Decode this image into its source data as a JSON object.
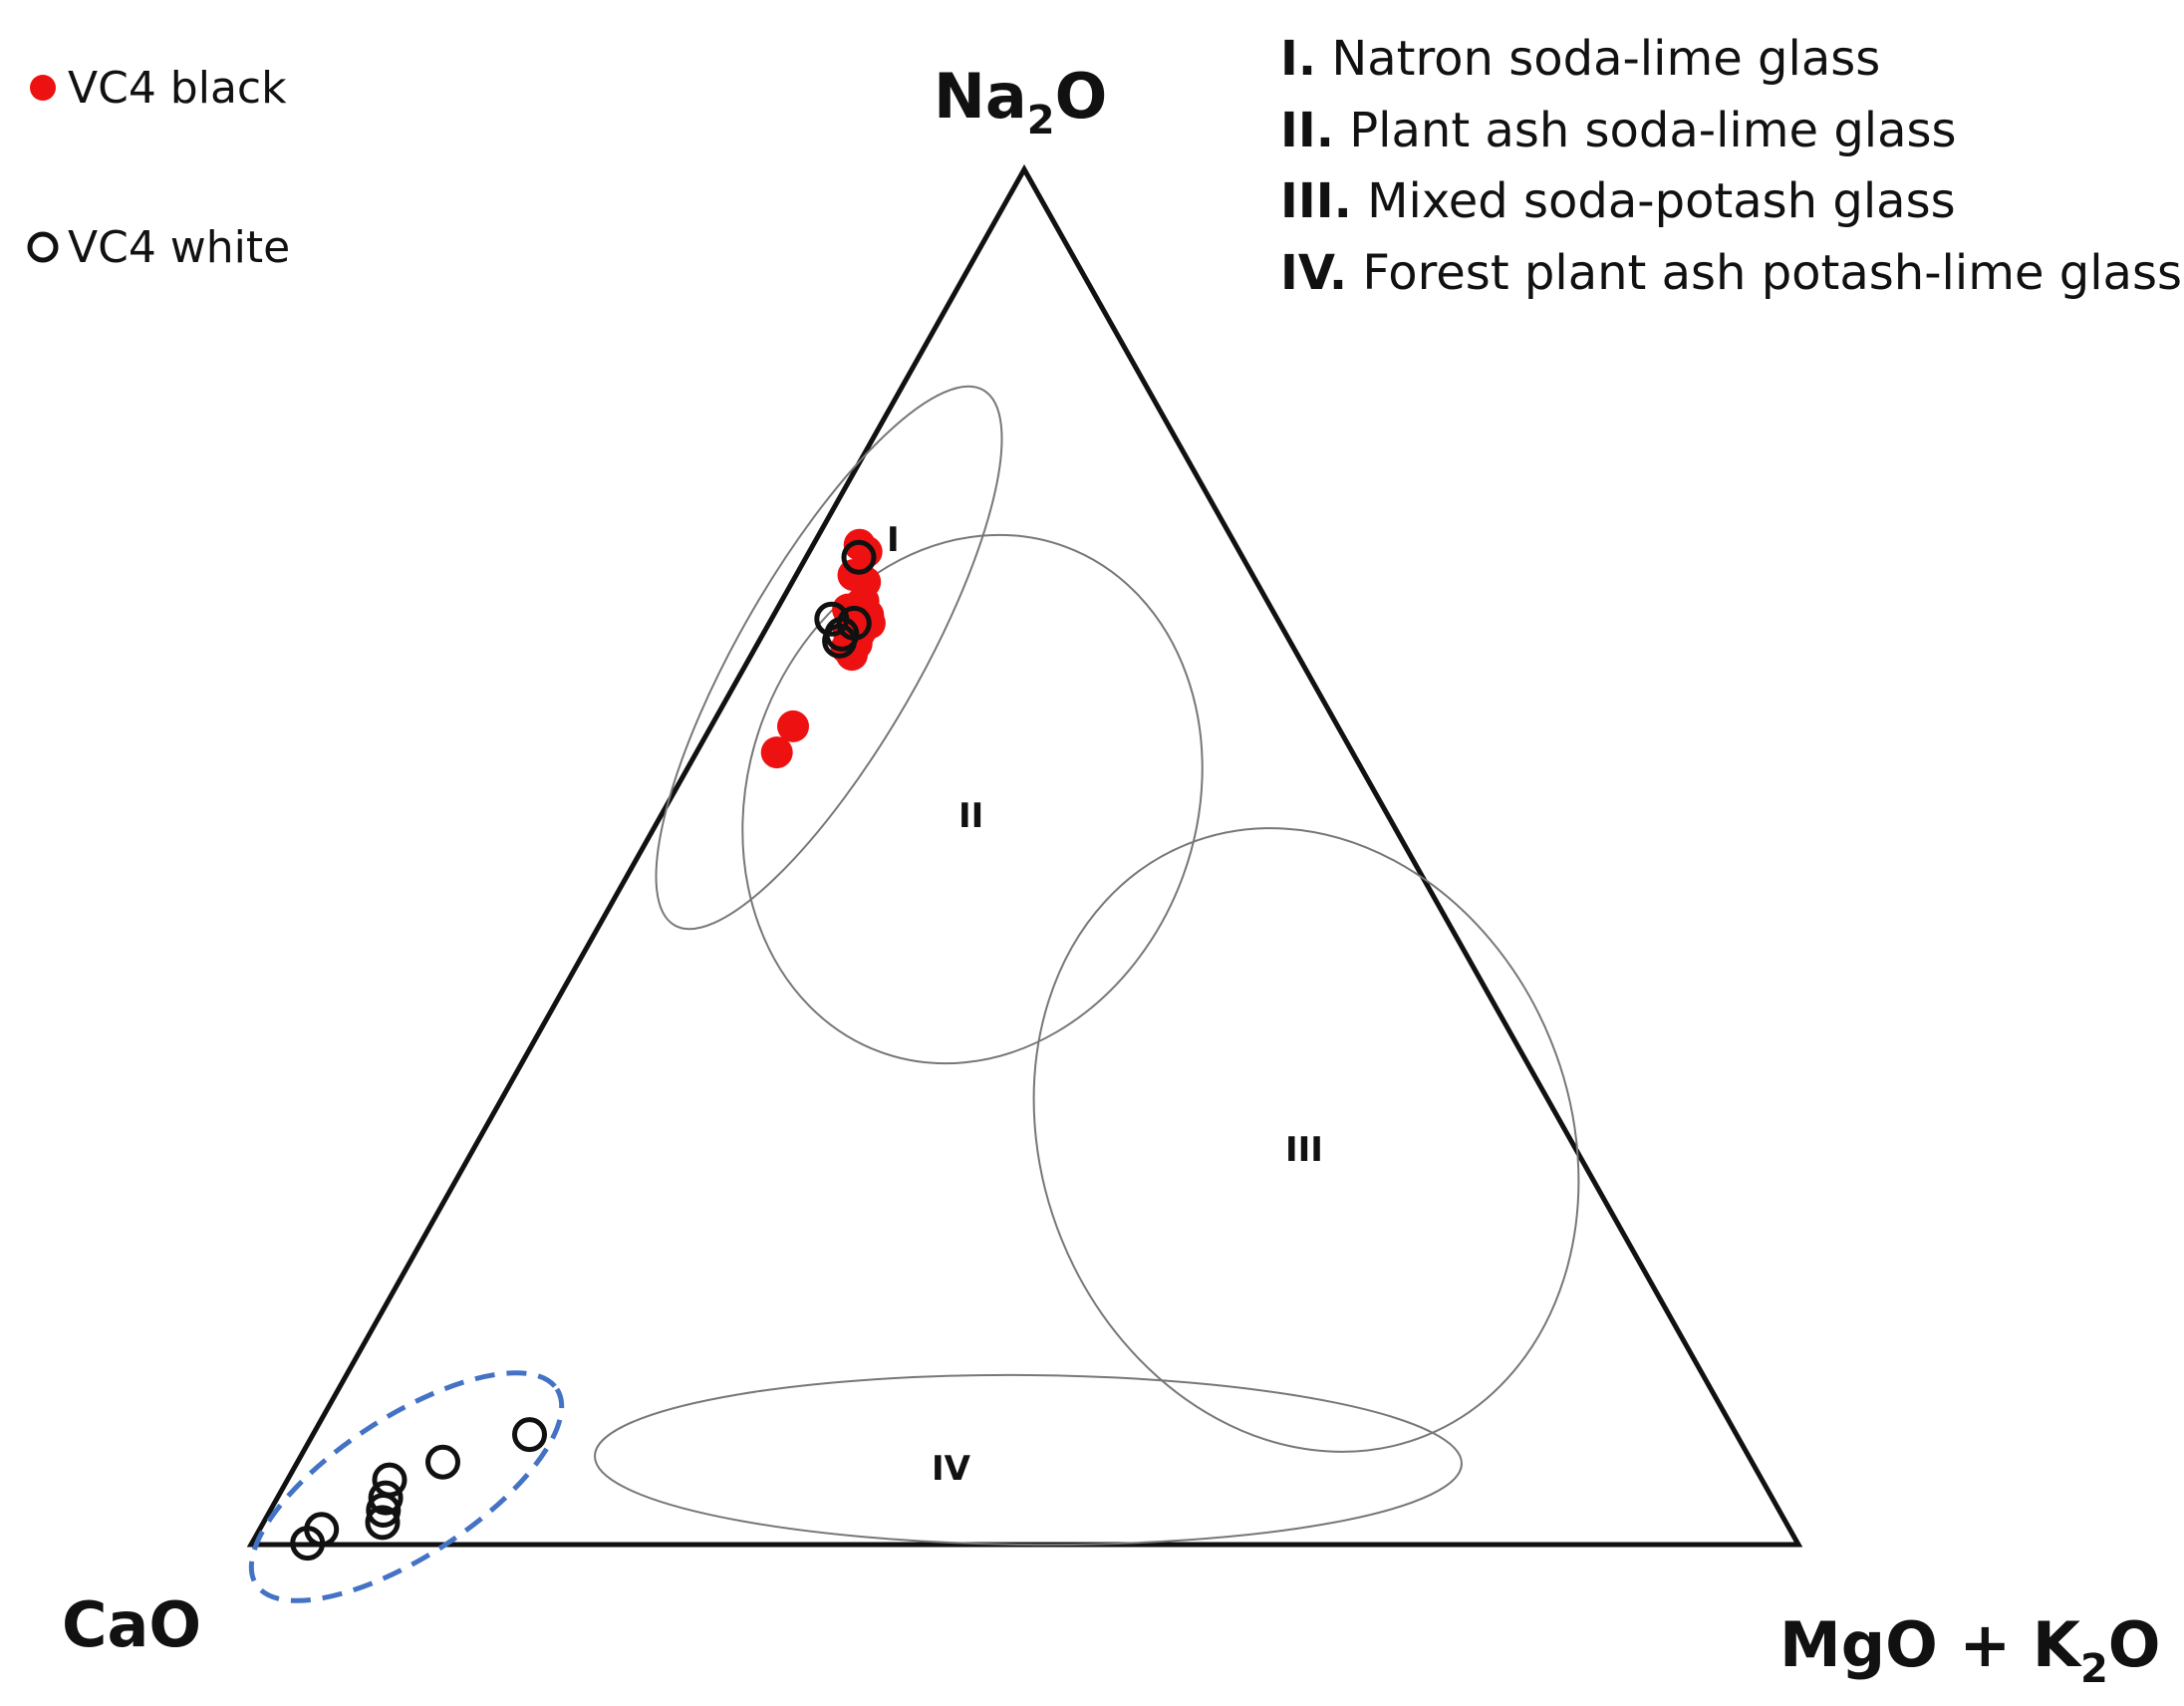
{
  "chart_data": {
    "type": "ternary-scatter",
    "vertices": {
      "top": {
        "main": "Na",
        "sub": "2",
        "tail": "O"
      },
      "bottom_left": "CaO",
      "bottom_right": {
        "main": "MgO + K",
        "sub": "2",
        "tail": "O"
      }
    },
    "series": [
      {
        "name": "VC4 black",
        "marker": "filled-circle",
        "color": "#ee1111",
        "points": [
          {
            "Na2O": 0.727,
            "CaO": 0.243,
            "MgOK2O": 0.03
          },
          {
            "Na2O": 0.722,
            "CaO": 0.241,
            "MgOK2O": 0.037
          },
          {
            "Na2O": 0.705,
            "CaO": 0.258,
            "MgOK2O": 0.037
          },
          {
            "Na2O": 0.7,
            "CaO": 0.253,
            "MgOK2O": 0.047
          },
          {
            "Na2O": 0.68,
            "CaO": 0.274,
            "MgOK2O": 0.046
          },
          {
            "Na2O": 0.686,
            "CaO": 0.261,
            "MgOK2O": 0.053
          },
          {
            "Na2O": 0.676,
            "CaO": 0.263,
            "MgOK2O": 0.061
          },
          {
            "Na2O": 0.663,
            "CaO": 0.282,
            "MgOK2O": 0.055
          },
          {
            "Na2O": 0.67,
            "CaO": 0.265,
            "MgOK2O": 0.065
          },
          {
            "Na2O": 0.663,
            "CaO": 0.275,
            "MgOK2O": 0.062
          },
          {
            "Na2O": 0.652,
            "CaO": 0.289,
            "MgOK2O": 0.059
          },
          {
            "Na2O": 0.655,
            "CaO": 0.281,
            "MgOK2O": 0.064
          },
          {
            "Na2O": 0.647,
            "CaO": 0.288,
            "MgOK2O": 0.065
          },
          {
            "Na2O": 0.595,
            "CaO": 0.352,
            "MgOK2O": 0.053
          },
          {
            "Na2O": 0.576,
            "CaO": 0.372,
            "MgOK2O": 0.052
          }
        ]
      },
      {
        "name": "VC4 white",
        "marker": "open-circle",
        "color": "#111111",
        "points": [
          {
            "Na2O": 0.718,
            "CaO": 0.248,
            "MgOK2O": 0.034
          },
          {
            "Na2O": 0.673,
            "CaO": 0.288,
            "MgOK2O": 0.039
          },
          {
            "Na2O": 0.67,
            "CaO": 0.275,
            "MgOK2O": 0.055
          },
          {
            "Na2O": 0.662,
            "CaO": 0.287,
            "MgOK2O": 0.051
          },
          {
            "Na2O": 0.657,
            "CaO": 0.291,
            "MgOK2O": 0.052
          },
          {
            "Na2O": 0.08,
            "CaO": 0.78,
            "MgOK2O": 0.14
          },
          {
            "Na2O": 0.06,
            "CaO": 0.846,
            "MgOK2O": 0.094
          },
          {
            "Na2O": 0.047,
            "CaO": 0.887,
            "MgOK2O": 0.066
          },
          {
            "Na2O": 0.034,
            "CaO": 0.896,
            "MgOK2O": 0.07
          },
          {
            "Na2O": 0.025,
            "CaO": 0.902,
            "MgOK2O": 0.073
          },
          {
            "Na2O": 0.016,
            "CaO": 0.907,
            "MgOK2O": 0.077
          },
          {
            "Na2O": 0.011,
            "CaO": 0.949,
            "MgOK2O": 0.04
          },
          {
            "Na2O": 0.001,
            "CaO": 0.963,
            "MgOK2O": 0.036
          }
        ]
      }
    ],
    "fields": [
      {
        "id": "I",
        "label": "I",
        "name": "Natron soda-lime glass"
      },
      {
        "id": "II",
        "label": "II",
        "name": "Plant ash soda-lime glass"
      },
      {
        "id": "III",
        "label": "III",
        "name": "Mixed soda-potash glass"
      },
      {
        "id": "IV",
        "label": "IV",
        "name": "Forest plant ash potash-lime glass"
      }
    ],
    "highlight": {
      "style": "dashed-ellipse",
      "color": "#4472c4"
    },
    "legend_placement": "top-left",
    "key_placement": "top-right"
  }
}
